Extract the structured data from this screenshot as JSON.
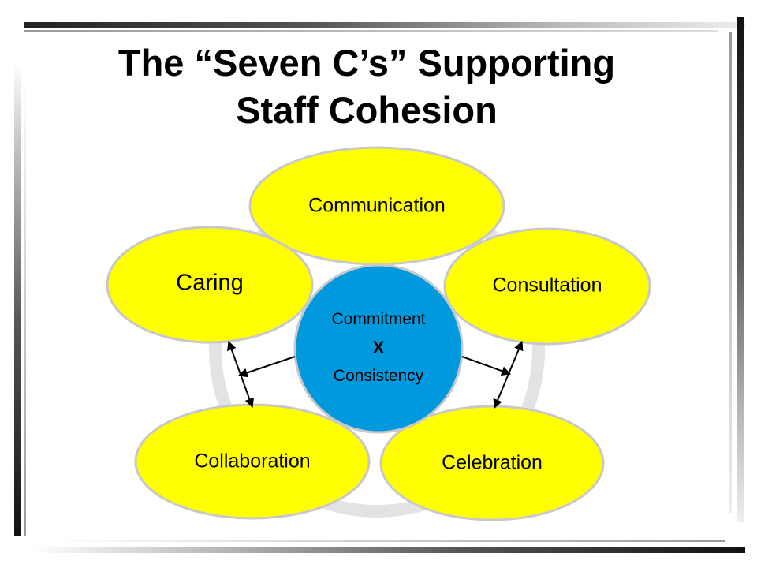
{
  "title": {
    "line1": "The “Seven C’s” Supporting",
    "line2": "Staff Cohesion"
  },
  "center": {
    "line1": "Commitment",
    "line2": "X",
    "line3": "Consistency",
    "fill": "#0099dd"
  },
  "petals": [
    {
      "label": "Communication"
    },
    {
      "label": "Caring"
    },
    {
      "label": "Consultation"
    },
    {
      "label": "Collaboration"
    },
    {
      "label": "Celebration"
    }
  ],
  "colors": {
    "petal_fill": "#ffff00",
    "petal_stroke": "#c8c8c8",
    "ring": "#e3e3e3",
    "frame_dark": "#333333",
    "frame_light": "#c8c8c8"
  }
}
